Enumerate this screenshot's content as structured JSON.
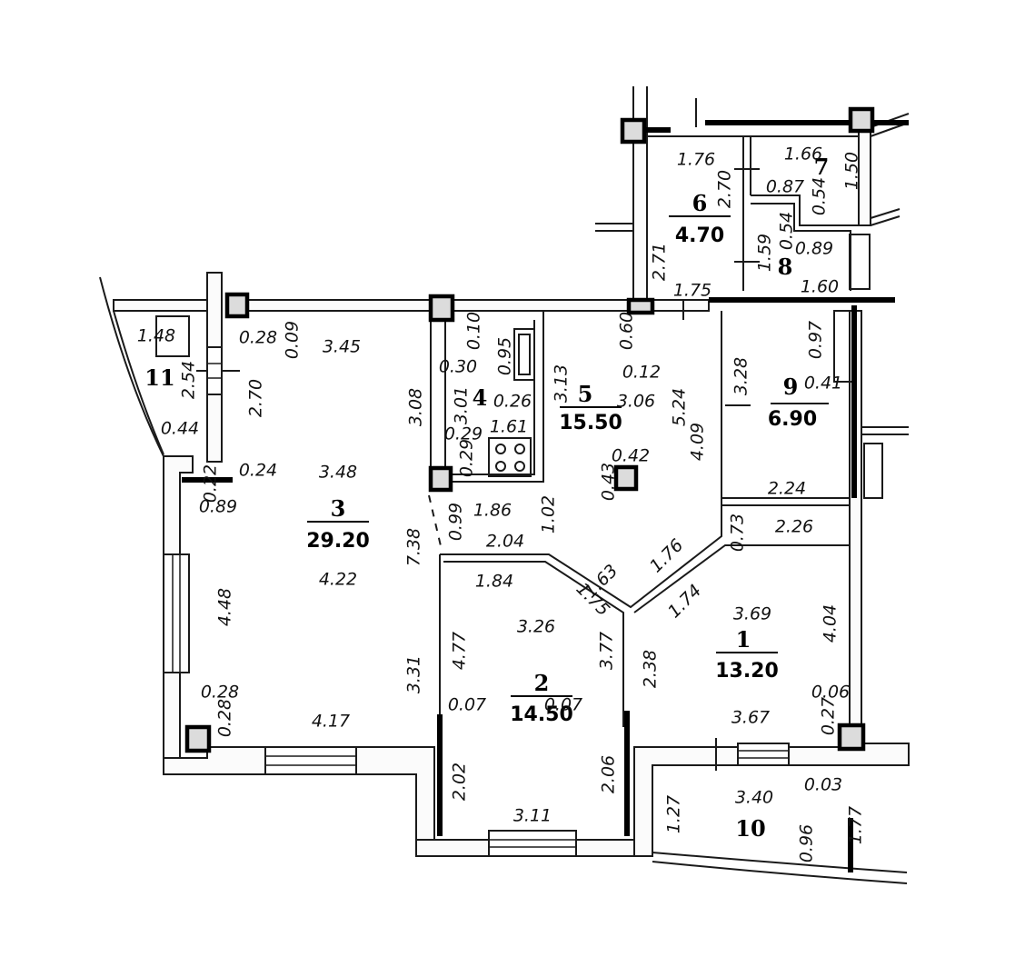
{
  "rooms": [
    {
      "id": "1",
      "number": "1",
      "area": "13.20"
    },
    {
      "id": "2",
      "number": "2",
      "area": "14.50"
    },
    {
      "id": "3",
      "number": "3",
      "area": "29.20"
    },
    {
      "id": "4",
      "number": "4",
      "area": ""
    },
    {
      "id": "5",
      "number": "5",
      "area": "15.50"
    },
    {
      "id": "6",
      "number": "6",
      "area": "4.70"
    },
    {
      "id": "7",
      "number": "7",
      "area": ""
    },
    {
      "id": "8",
      "number": "8",
      "area": ""
    },
    {
      "id": "9",
      "number": "9",
      "area": "6.90"
    },
    {
      "id": "10",
      "number": "10",
      "area": ""
    },
    {
      "id": "11",
      "number": "11",
      "area": ""
    }
  ],
  "dimensions": [
    {
      "text": "1.48",
      "rot": 0
    },
    {
      "text": "2.54",
      "rot": -90
    },
    {
      "text": "0.44",
      "rot": 0
    },
    {
      "text": "0.28",
      "rot": 0
    },
    {
      "text": "0.09",
      "rot": -90
    },
    {
      "text": "3.45",
      "rot": 0
    },
    {
      "text": "2.70",
      "rot": -90
    },
    {
      "text": "3.08",
      "rot": -90
    },
    {
      "text": "3.48",
      "rot": 0
    },
    {
      "text": "0.24",
      "rot": 0
    },
    {
      "text": "0.22",
      "rot": -90
    },
    {
      "text": "0.89",
      "rot": 0
    },
    {
      "text": "4.22",
      "rot": 0
    },
    {
      "text": "7.38",
      "rot": -90
    },
    {
      "text": "4.48",
      "rot": -90
    },
    {
      "text": "0.28",
      "rot": 0
    },
    {
      "text": "0.28",
      "rot": -90
    },
    {
      "text": "4.17",
      "rot": 0
    },
    {
      "text": "3.31",
      "rot": -90
    },
    {
      "text": "0.10",
      "rot": -90
    },
    {
      "text": "0.30",
      "rot": 0
    },
    {
      "text": "0.95",
      "rot": -90
    },
    {
      "text": "3.01",
      "rot": -90
    },
    {
      "text": "0.26",
      "rot": 0
    },
    {
      "text": "0.29",
      "rot": 0
    },
    {
      "text": "1.61",
      "rot": 0
    },
    {
      "text": "0.29",
      "rot": -90
    },
    {
      "text": "3.13",
      "rot": -90
    },
    {
      "text": "1.86",
      "rot": 0
    },
    {
      "text": "0.99",
      "rot": -90
    },
    {
      "text": "1.02",
      "rot": -90
    },
    {
      "text": "0.60",
      "rot": -90
    },
    {
      "text": "0.12",
      "rot": 0
    },
    {
      "text": "3.06",
      "rot": 0
    },
    {
      "text": "5.24",
      "rot": -90
    },
    {
      "text": "0.42",
      "rot": 0
    },
    {
      "text": "0.43",
      "rot": -90
    },
    {
      "text": "4.09",
      "rot": -90
    },
    {
      "text": "1.75",
      "rot": 0
    },
    {
      "text": "1.76",
      "rot": 0
    },
    {
      "text": "2.70",
      "rot": -90
    },
    {
      "text": "2.71",
      "rot": -90
    },
    {
      "text": "1.66",
      "rot": 0
    },
    {
      "text": "0.87",
      "rot": 0
    },
    {
      "text": "0.54",
      "rot": -90
    },
    {
      "text": "1.50",
      "rot": -90
    },
    {
      "text": "0.54",
      "rot": -90
    },
    {
      "text": "1.59",
      "rot": -90
    },
    {
      "text": "0.89",
      "rot": 0
    },
    {
      "text": "1.60",
      "rot": 0
    },
    {
      "text": "3.28",
      "rot": -90
    },
    {
      "text": "0.97",
      "rot": -90
    },
    {
      "text": "0.41",
      "rot": 0
    },
    {
      "text": "2.24",
      "rot": 0
    },
    {
      "text": "2.04",
      "rot": 0
    },
    {
      "text": "1.84",
      "rot": 0
    },
    {
      "text": "1.63",
      "rot": -45
    },
    {
      "text": "1.75",
      "rot": 45
    },
    {
      "text": "1.76",
      "rot": -45
    },
    {
      "text": "1.74",
      "rot": -45
    },
    {
      "text": "0.73",
      "rot": -90
    },
    {
      "text": "2.26",
      "rot": 0
    },
    {
      "text": "3.26",
      "rot": 0
    },
    {
      "text": "4.77",
      "rot": -90
    },
    {
      "text": "3.77",
      "rot": -90
    },
    {
      "text": "2.38",
      "rot": -90
    },
    {
      "text": "0.07",
      "rot": 0
    },
    {
      "text": "0.07",
      "rot": 0
    },
    {
      "text": "3.69",
      "rot": 0
    },
    {
      "text": "4.04",
      "rot": -90
    },
    {
      "text": "0.06",
      "rot": 0
    },
    {
      "text": "0.27",
      "rot": -90
    },
    {
      "text": "3.67",
      "rot": 0
    },
    {
      "text": "2.02",
      "rot": -90
    },
    {
      "text": "2.06",
      "rot": -90
    },
    {
      "text": "3.11",
      "rot": 0
    },
    {
      "text": "1.27",
      "rot": -90
    },
    {
      "text": "3.40",
      "rot": 0
    },
    {
      "text": "0.03",
      "rot": 0
    },
    {
      "text": "1.77",
      "rot": -90
    },
    {
      "text": "0.96",
      "rot": -90
    }
  ]
}
